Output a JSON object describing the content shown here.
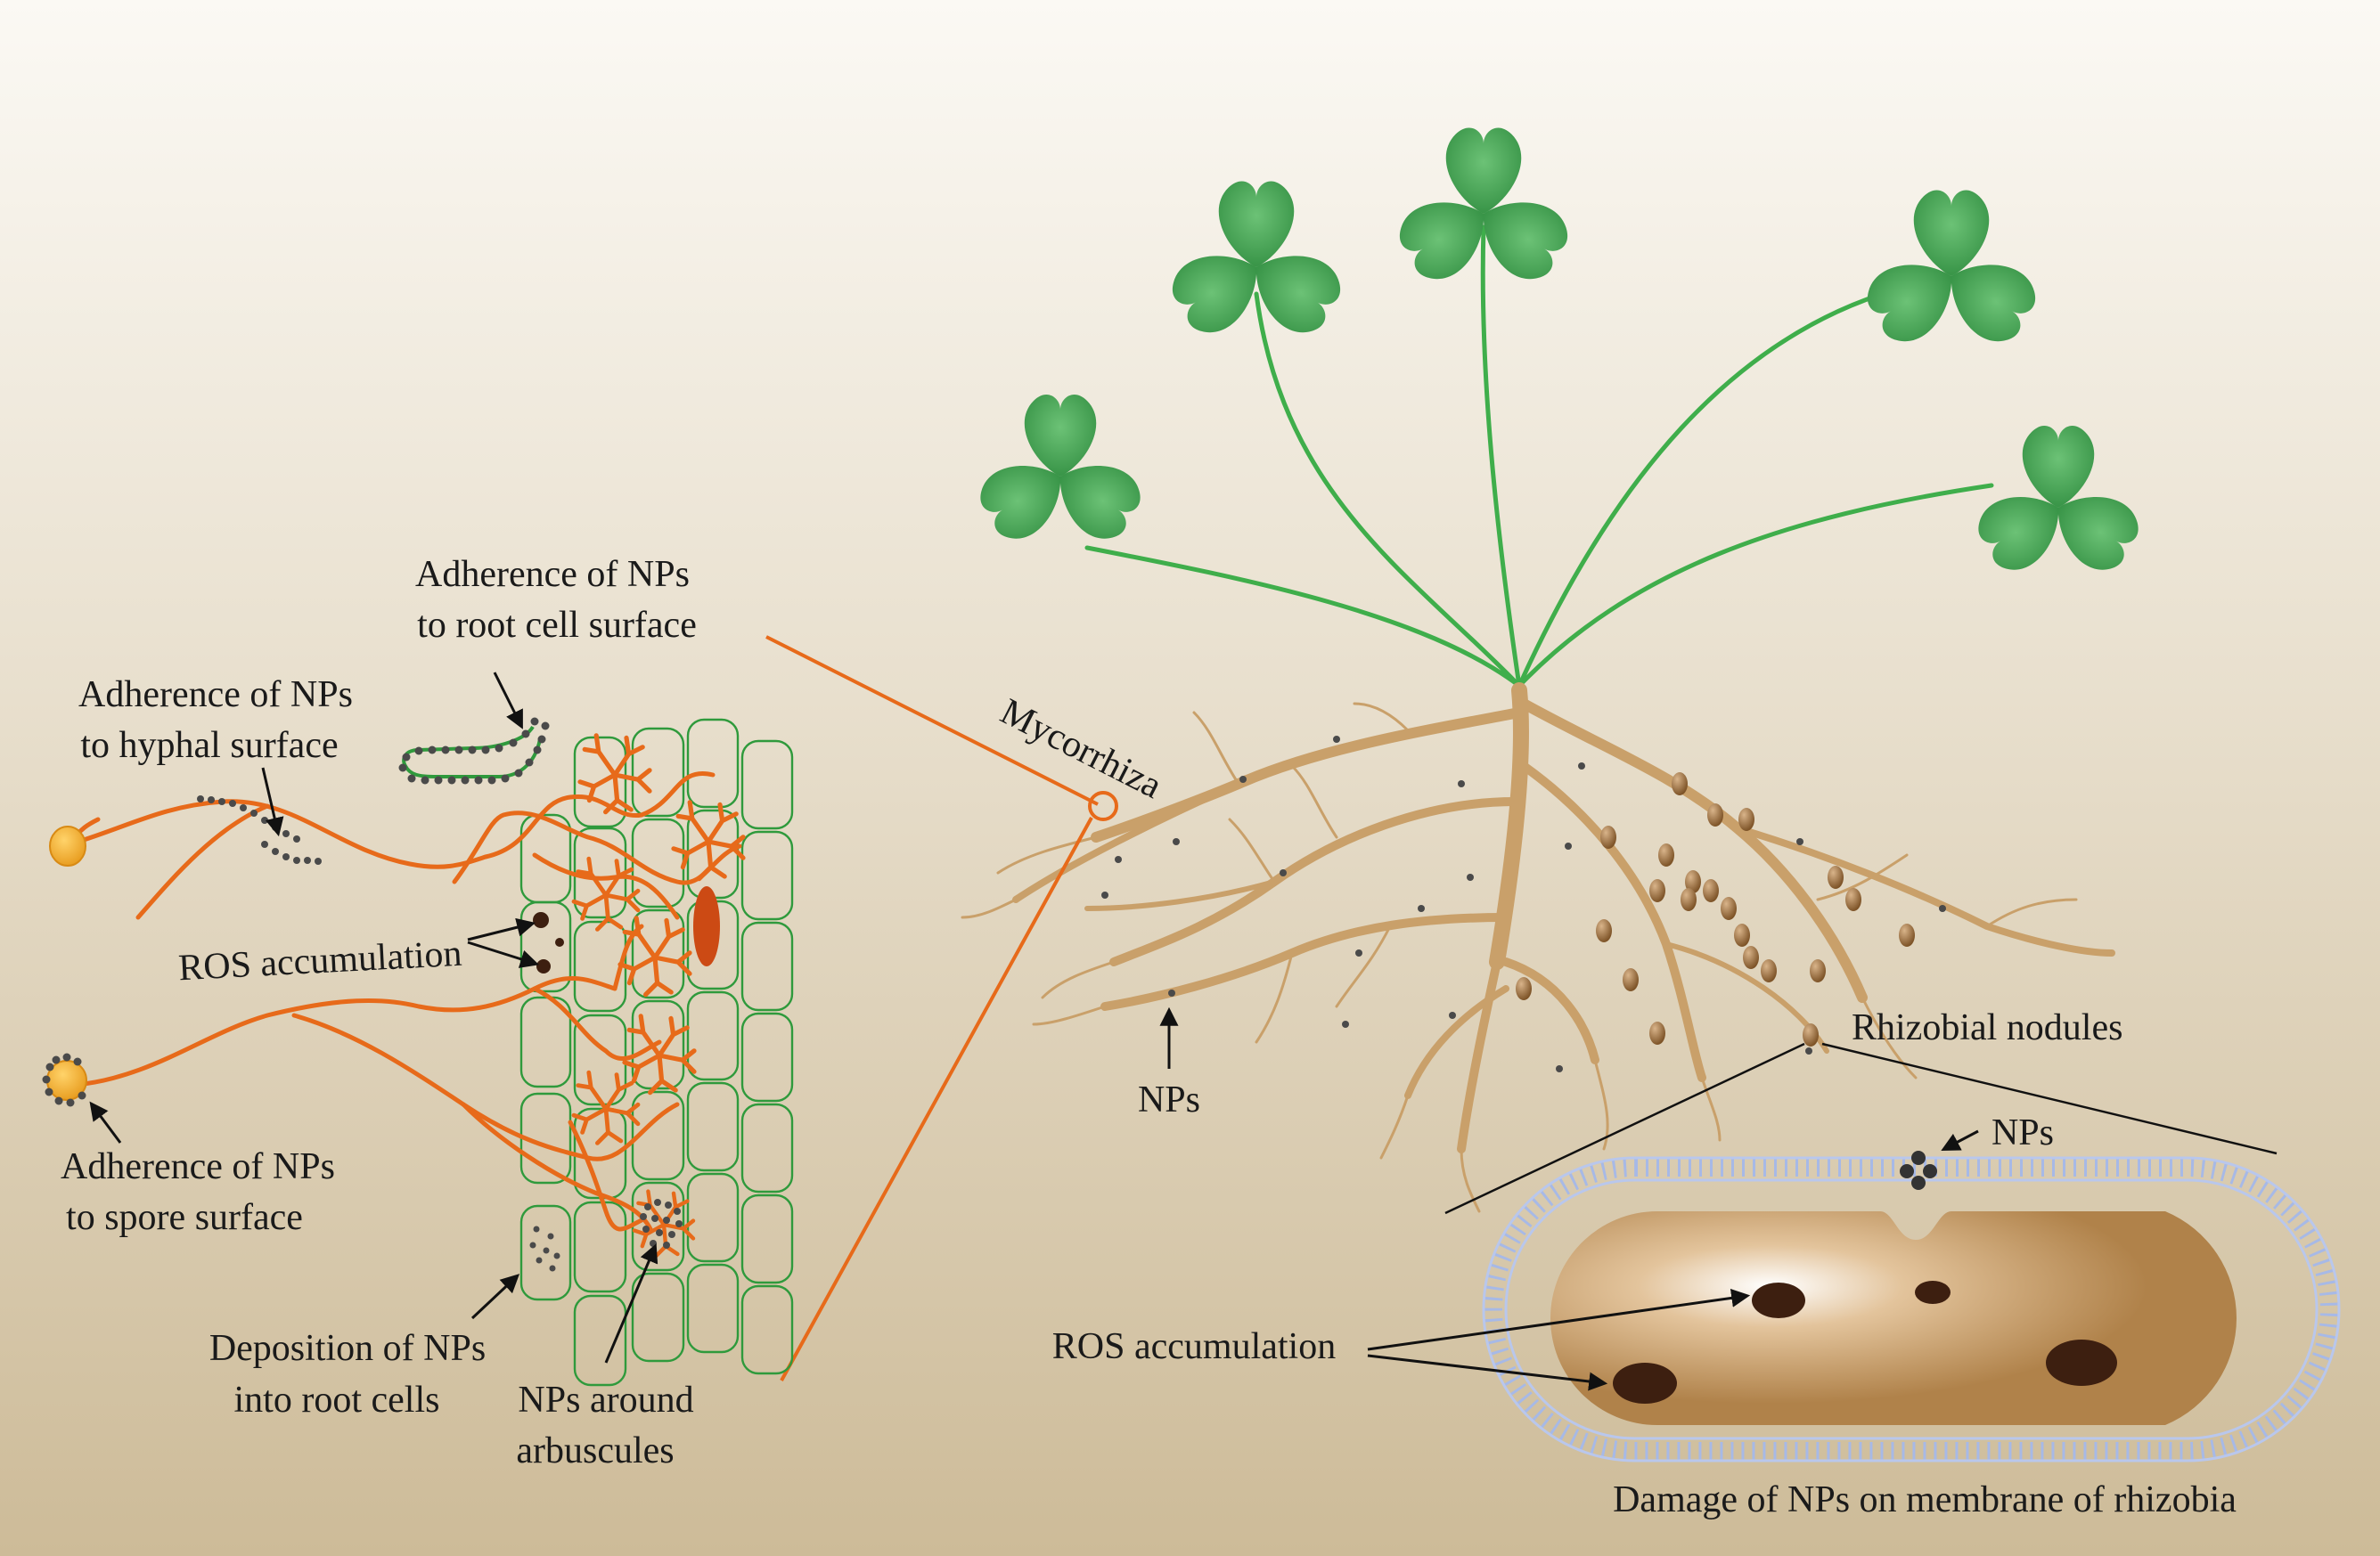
{
  "labels": {
    "root_cell_surface_1": "Adherence of NPs",
    "root_cell_surface_2": "to root cell surface",
    "hyphal_surface_1": "Adherence of NPs",
    "hyphal_surface_2": "to hyphal surface",
    "ros_left": "ROS accumulation",
    "spore_surface_1": "Adherence of NPs",
    "spore_surface_2": "to spore surface",
    "deposition_1": "Deposition of NPs",
    "deposition_2": "into root cells",
    "arbuscules_1": "NPs around",
    "arbuscules_2": "arbuscules",
    "mycorrhiza": "Mycorrhiza",
    "nps_soil": "NPs",
    "rhizobial_nodules": "Rhizobial nodules",
    "nps_membrane": "NPs",
    "ros_right": "ROS accumulation",
    "membrane_damage": "Damage of NPs on membrane of  rhizobia"
  },
  "colors": {
    "background_top": "#fbf9f4",
    "background_bottom": "#cdbb98",
    "leaf": "#3a9a4a",
    "stem": "#3fae4b",
    "root": "#c9a06a",
    "nodule": "#9a6a3a",
    "hypha": "#e76a1a",
    "spore": "#f2b233",
    "cell_wall": "#2f9a3c",
    "rhizobium": "#b0824a",
    "ros": "#3d1f10",
    "membrane": "#a7b9e6"
  }
}
